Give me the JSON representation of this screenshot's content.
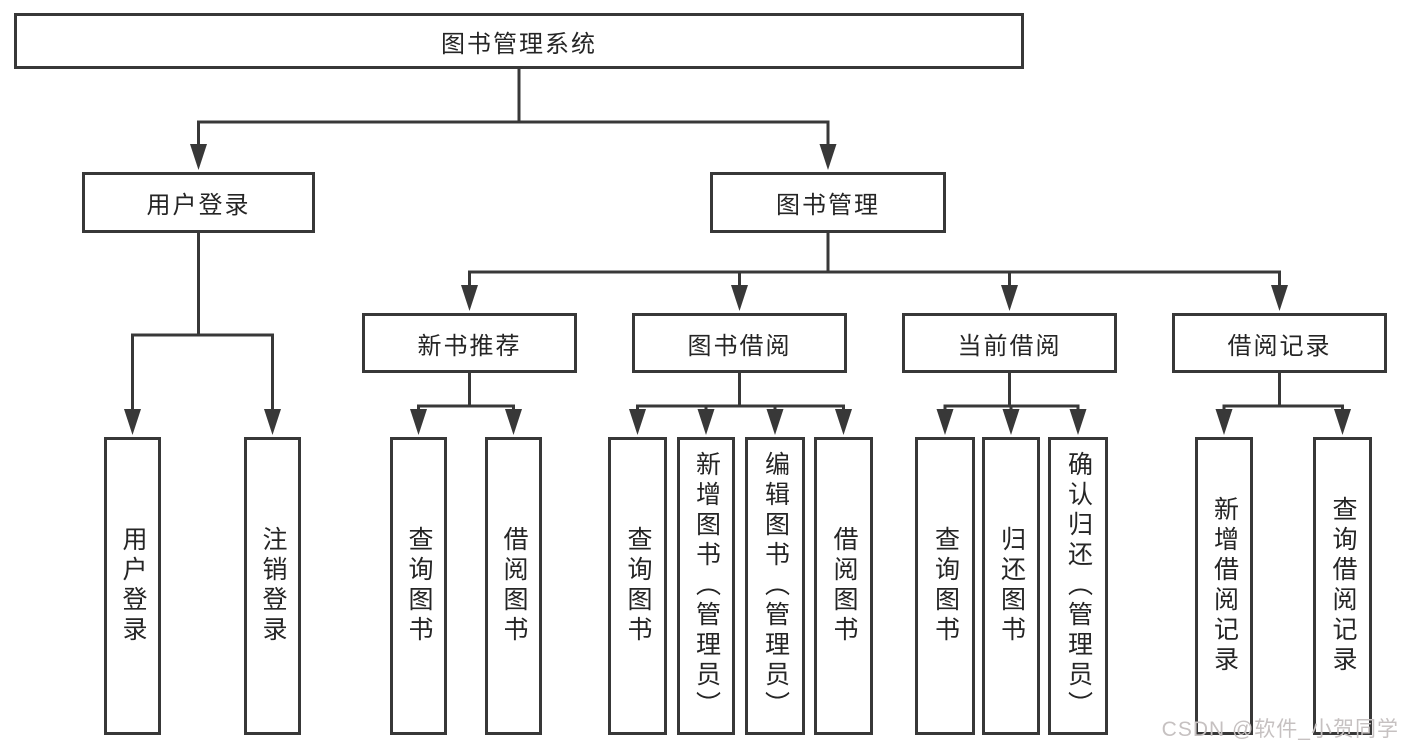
{
  "diagram": {
    "type": "tree",
    "title": "图书管理系统",
    "watermark": "CSDN @软件_小贺同学",
    "colors": {
      "line": "#383838",
      "text": "#252525",
      "background": "#ffffff",
      "watermark": "#c6c1c1"
    },
    "nodes": [
      {
        "id": "root",
        "label": "图书管理系统",
        "parent": null,
        "orientation": "horizontal"
      },
      {
        "id": "user-login",
        "label": "用户登录",
        "parent": "root",
        "orientation": "horizontal"
      },
      {
        "id": "book-management",
        "label": "图书管理",
        "parent": "root",
        "orientation": "horizontal"
      },
      {
        "id": "new-book-recommend",
        "label": "新书推荐",
        "parent": "book-management",
        "orientation": "horizontal"
      },
      {
        "id": "book-borrowing",
        "label": "图书借阅",
        "parent": "book-management",
        "orientation": "horizontal"
      },
      {
        "id": "current-borrowing",
        "label": "当前借阅",
        "parent": "book-management",
        "orientation": "horizontal"
      },
      {
        "id": "borrowing-records",
        "label": "借阅记录",
        "parent": "book-management",
        "orientation": "horizontal"
      },
      {
        "id": "user-login-action",
        "label": "用户登录",
        "parent": "user-login",
        "orientation": "vertical"
      },
      {
        "id": "logout-action",
        "label": "注销登录",
        "parent": "user-login",
        "orientation": "vertical"
      },
      {
        "id": "query-books-recommend",
        "label": "查询图书",
        "parent": "new-book-recommend",
        "orientation": "vertical"
      },
      {
        "id": "borrow-books-recommend",
        "label": "借阅图书",
        "parent": "new-book-recommend",
        "orientation": "vertical"
      },
      {
        "id": "query-books-borrowing",
        "label": "查询图书",
        "parent": "book-borrowing",
        "orientation": "vertical"
      },
      {
        "id": "add-books-admin",
        "label": "新增图书（管理员）",
        "parent": "book-borrowing",
        "orientation": "vertical"
      },
      {
        "id": "edit-books-admin",
        "label": "编辑图书（管理员）",
        "parent": "book-borrowing",
        "orientation": "vertical"
      },
      {
        "id": "borrow-books-borrowing",
        "label": "借阅图书",
        "parent": "book-borrowing",
        "orientation": "vertical"
      },
      {
        "id": "query-books-current",
        "label": "查询图书",
        "parent": "current-borrowing",
        "orientation": "vertical"
      },
      {
        "id": "return-books",
        "label": "归还图书",
        "parent": "current-borrowing",
        "orientation": "vertical"
      },
      {
        "id": "confirm-return-admin",
        "label": "确认归还（管理员）",
        "parent": "current-borrowing",
        "orientation": "vertical"
      },
      {
        "id": "add-borrow-record",
        "label": "新增借阅记录",
        "parent": "borrowing-records",
        "orientation": "vertical"
      },
      {
        "id": "query-borrow-record",
        "label": "查询借阅记录",
        "parent": "borrowing-records",
        "orientation": "vertical"
      }
    ]
  }
}
